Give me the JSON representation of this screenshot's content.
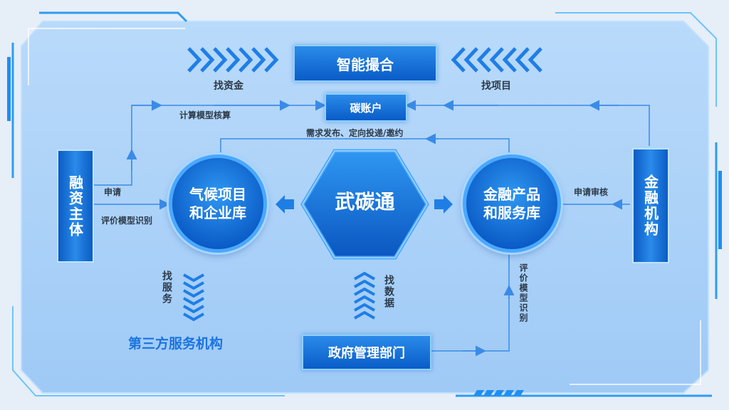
{
  "nodes": {
    "smart_matching": "智能撮合",
    "carbon_account": "碳账户",
    "wu_tan_tong": "武碳通",
    "climate_project_db": "气候项目\n和企业库",
    "finance_product_db": "金融产品\n和服务库",
    "financing_entity": "融资主体",
    "financial_institution": "金融机构",
    "gov_department": "政府管理部门",
    "third_party": "第三方服务机构"
  },
  "labels": {
    "find_funds": "找资金",
    "find_projects": "找项目",
    "calc_model": "计算模型核算",
    "demand_release": "需求发布、定向投递/邀约",
    "apply": "申请",
    "eval_model_left": "评价模型识别",
    "apply_review": "申请审核",
    "find_service": "找服务",
    "find_data": "找数据",
    "eval_model_right": "评价模型识别"
  },
  "colors": {
    "primary": "#0a5cc7",
    "accent": "#2a8bea",
    "line": "#3a8be6",
    "text": "#2d3a4a"
  }
}
